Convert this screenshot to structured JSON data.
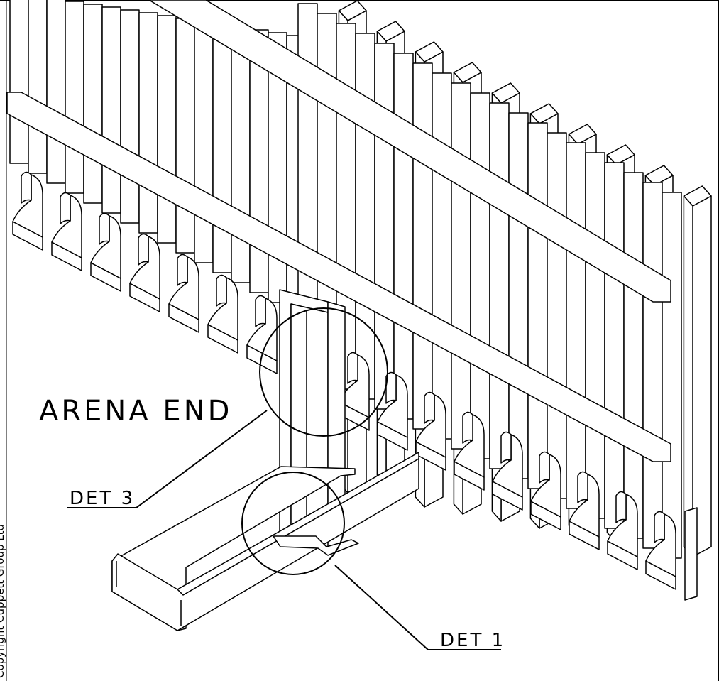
{
  "drawing": {
    "main_label": "ARENA END",
    "callouts": [
      {
        "id": "det3",
        "label": "DET 3"
      },
      {
        "id": "det1",
        "label": "DET 1"
      }
    ],
    "copyright": "Copyright Cuppett Group Ltd"
  }
}
